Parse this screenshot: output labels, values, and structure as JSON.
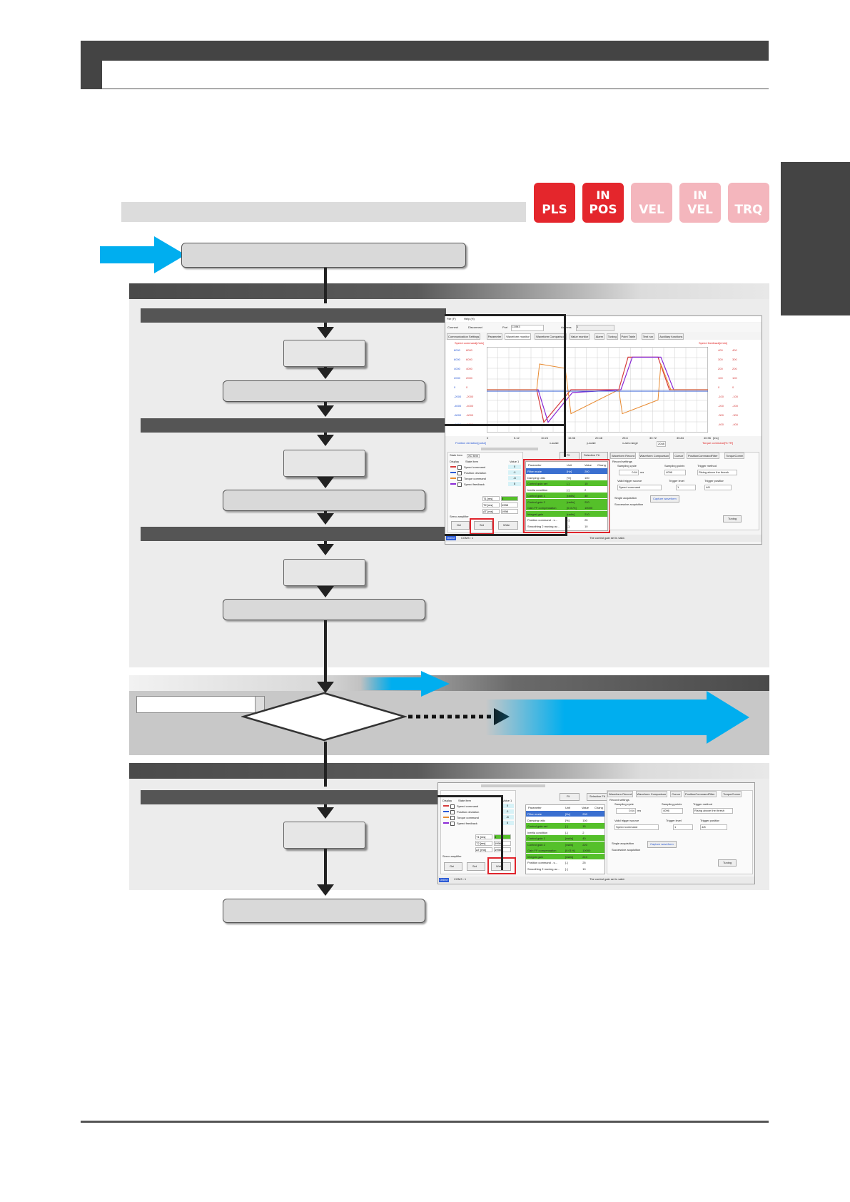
{
  "badges": [
    {
      "icon": "pls-mode-icon",
      "line1": "",
      "line2": "PLS",
      "active": true
    },
    {
      "icon": "pos-mode-icon",
      "line1": "IN",
      "line2": "POS",
      "active": true
    },
    {
      "icon": "vel-mode-icon",
      "line1": "",
      "line2": "VEL",
      "active": false
    },
    {
      "icon": "in-vel-mode-icon",
      "line1": "IN",
      "line2": "VEL",
      "active": false
    },
    {
      "icon": "trq-mode-icon",
      "line1": "",
      "line2": "TRQ",
      "active": false
    }
  ],
  "colors": {
    "accent_blue": "#00aeef",
    "badge_active": "#e4262c",
    "badge_inactive": "#f4b6bd",
    "highlight_red": "#e0242c",
    "table_green": "#55c02a",
    "table_blue": "#3a6fd0"
  },
  "screenshot_top": {
    "menu": [
      "File (F)",
      "Help (H)"
    ],
    "toolbar": {
      "connect": "Connect",
      "disconnect": "Disconnect",
      "port_label": "Port",
      "port_value": "COM3",
      "address_label": "Address",
      "address_value": "1"
    },
    "tabs": [
      "Communication Settings",
      "Parameter",
      "Waveform monitor",
      "Waveform Comparison",
      "Value monitor",
      "Alarm",
      "Tuning",
      "Point Table",
      "Test run",
      "Auxiliary functions"
    ],
    "left_axis_title": "Speed command[r/min]",
    "right_axis_title": "Speed feedback[r/min]",
    "right_axis_title2": "Torque command[% TR]",
    "left_ticks_a": [
      "8000",
      "6000",
      "4000",
      "2000",
      "0",
      "-2000",
      "-4000",
      "-6000",
      "-8000"
    ],
    "left_ticks_b": [
      "8000",
      "6000",
      "4000",
      "2000",
      "0",
      "-2000",
      "-4000",
      "-6000",
      "-8000"
    ],
    "right_ticks_a": [
      "400",
      "300",
      "200",
      "100",
      "0",
      "-100",
      "-200",
      "-300",
      "-400"
    ],
    "right_ticks_b": [
      "400",
      "300",
      "200",
      "100",
      "0",
      "-100",
      "-200",
      "-300",
      "-400"
    ],
    "x_ticks": [
      "0",
      "5.12",
      "10.24",
      "15.36",
      "20.48",
      "25.6",
      "30.72",
      "35.84",
      "40.96"
    ],
    "x_unit": "[ms]",
    "position_deviation": "Position deviation[pulse]",
    "range_controls": {
      "xscale": "x-scale",
      "yscale": "y-scale",
      "pct": "%",
      "xrange": "x-axis range",
      "xrange_value": "2048"
    },
    "buttons": {
      "fit": "Fit",
      "selective_fit": "Selective Fit"
    },
    "state_tabs": [
      "State item",
      "XC item"
    ],
    "state_headers": {
      "display": "Display",
      "item": "State item",
      "value": "Value 1"
    },
    "state_rows": [
      {
        "name": "Speed command",
        "value": "0",
        "color": "#d63c3c"
      },
      {
        "name": "Position deviation",
        "value": "-1",
        "color": "#2c5bd6"
      },
      {
        "name": "Torque command",
        "value": "-5",
        "color": "#e88a30"
      },
      {
        "name": "Speed feedback",
        "value": "5",
        "color": "#8a2ad6"
      }
    ],
    "timing_rows": [
      {
        "label": "T1 [ms]",
        "value": "0"
      },
      {
        "label": "T2 [ms]",
        "value": "1998"
      },
      {
        "label": "ΔT [ms]",
        "value": "1998"
      }
    ],
    "servo_amplifier": "Servo amplifier",
    "servo_buttons": [
      "Get",
      "Set",
      "Write"
    ],
    "param_headers": {
      "parameter": "Parameter",
      "unit": "Unit",
      "value": "Value",
      "change": "Chang"
    },
    "param_rows": [
      {
        "name": "Filter mode",
        "unit": "[Hz]",
        "value": "200",
        "style": "blue"
      },
      {
        "name": "Damping ratio",
        "unit": "[%]",
        "value": "100",
        "style": "plain"
      },
      {
        "name": "Control gain set",
        "unit": "[-]",
        "value": "15",
        "style": "green"
      },
      {
        "name": "Inertia condition",
        "unit": "[-]",
        "value": "2",
        "style": "plain"
      },
      {
        "name": "Control gain 1",
        "unit": "[rad/s]",
        "value": "40",
        "style": "green"
      },
      {
        "name": "Control gain 2",
        "unit": "[rad/s]",
        "value": "220",
        "style": "green"
      },
      {
        "name": "Gain FF compensation",
        "unit": "[0.01%]",
        "value": "10000",
        "style": "green"
      },
      {
        "name": "Integral gain",
        "unit": "[rad/s]",
        "value": "210",
        "style": "green"
      },
      {
        "name": "Position command - s...",
        "unit": "[-]",
        "value": "25",
        "style": "plain"
      },
      {
        "name": "Smoothing 2 moving av...",
        "unit": "[-]",
        "value": "10",
        "style": "plain"
      }
    ],
    "right_tabs": [
      "Waveform Record",
      "Waveform Comparison",
      "Cursor",
      "PositionCommandFilter",
      "TorqueComm"
    ],
    "record_settings": "Record settings",
    "sampling_cycle_label": "Sampling cycle",
    "sampling_cycle_value": "0.64",
    "sampling_cycle_unit": "ms",
    "sampling_points_label": "Sampling points",
    "sampling_points_value": "4096",
    "trigger_method_label": "Trigger method",
    "trigger_method_value": "Rising above the thresh",
    "trigger_source_label": "Valid trigger source",
    "trigger_source_value": "Speed command",
    "trigger_level_label": "Trigger level",
    "trigger_level_value": "1",
    "trigger_position_label": "Trigger position",
    "trigger_position_value": "4/8",
    "single_acq": "Single acquisition",
    "successive_acq": "Successive acquisition",
    "capture": "Capture waveform",
    "tuning": "Tuning",
    "status_conn": "COM3 : 1",
    "status_online": "Online",
    "status_msg": "The control gain set is valid."
  },
  "screenshot_bottom": {
    "buttons": {
      "fit": "Fit",
      "selective_fit": "Selective Fit"
    },
    "state_headers": {
      "display": "Display",
      "item": "State item",
      "value": "Value 1"
    },
    "state_rows": [
      {
        "name": "Speed command",
        "value": "0",
        "color": "#d63c3c"
      },
      {
        "name": "Position deviation",
        "value": "-1",
        "color": "#2c5bd6"
      },
      {
        "name": "Torque command",
        "value": "-5",
        "color": "#e88a30"
      },
      {
        "name": "Speed feedback",
        "value": "5",
        "color": "#8a2ad6"
      }
    ],
    "timing_rows": [
      {
        "label": "T1 [ms]",
        "value": "0"
      },
      {
        "label": "T2 [ms]",
        "value": "1998"
      },
      {
        "label": "ΔT [ms]",
        "value": "1998"
      }
    ],
    "servo_amplifier": "Servo amplifier",
    "servo_buttons": [
      "Get",
      "Set",
      "Write"
    ],
    "param_headers": {
      "parameter": "Parameter",
      "unit": "Unit",
      "value": "Value",
      "change": "Chang"
    },
    "param_rows": [
      {
        "name": "Filter mode",
        "unit": "[Hz]",
        "value": "200",
        "style": "blue"
      },
      {
        "name": "Damping ratio",
        "unit": "[%]",
        "value": "100",
        "style": "plain"
      },
      {
        "name": "Control gain set",
        "unit": "[-]",
        "value": "15",
        "style": "green"
      },
      {
        "name": "Inertia condition",
        "unit": "[-]",
        "value": "2",
        "style": "plain"
      },
      {
        "name": "Control gain 1",
        "unit": "[rad/s]",
        "value": "40",
        "style": "green"
      },
      {
        "name": "Control gain 2",
        "unit": "[rad/s]",
        "value": "220",
        "style": "green"
      },
      {
        "name": "Gain FF compensation",
        "unit": "[0.01%]",
        "value": "10000",
        "style": "green"
      },
      {
        "name": "Integral gain",
        "unit": "[rad/s]",
        "value": "210",
        "style": "green"
      },
      {
        "name": "Position command - s...",
        "unit": "[-]",
        "value": "25",
        "style": "plain"
      },
      {
        "name": "Smoothing 2 moving av...",
        "unit": "[-]",
        "value": "10",
        "style": "plain"
      }
    ],
    "right_tabs": [
      "Waveform Record",
      "Waveform Comparison",
      "Cursor",
      "PositionCommandFilter",
      "TorqueComm"
    ],
    "record_settings": "Record settings",
    "sampling_cycle_label": "Sampling cycle",
    "sampling_cycle_value": "0.64",
    "sampling_cycle_unit": "ms",
    "sampling_points_label": "Sampling points",
    "sampling_points_value": "4096",
    "trigger_method_label": "Trigger method",
    "trigger_method_value": "Rising above the thresh",
    "trigger_source_label": "Valid trigger source",
    "trigger_source_value": "Speed command",
    "trigger_level_label": "Trigger level",
    "trigger_level_value": "1",
    "trigger_position_label": "Trigger position",
    "trigger_position_value": "4/8",
    "single_acq": "Single acquisition",
    "successive_acq": "Successive acquisition",
    "capture": "Capture waveform",
    "tuning": "Tuning",
    "status_conn": "COM3 : 1",
    "status_online": "Online",
    "status_msg": "The control gain set is valid."
  }
}
